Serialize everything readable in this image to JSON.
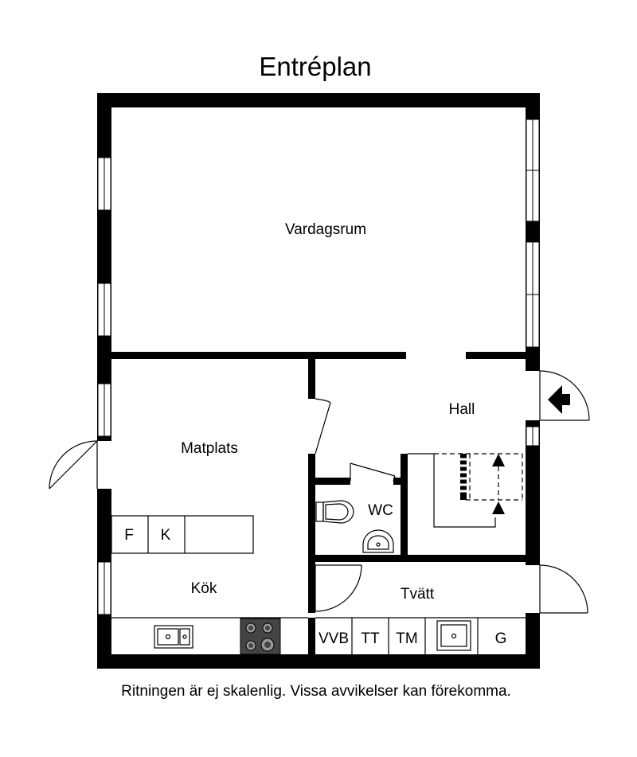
{
  "title": "Entréplan",
  "disclaimer": "Ritningen är ej skalenlig. Vissa avvikelser kan förekomma.",
  "rooms": {
    "vardagsrum": "Vardagsrum",
    "hall": "Hall",
    "matplats": "Matplats",
    "wc": "WC",
    "kok": "Kök",
    "tvatt": "Tvätt"
  },
  "fixtures": {
    "fridge": "F",
    "freezer": "K",
    "vvb": "VVB",
    "tt": "TT",
    "tm": "TM",
    "g": "G"
  },
  "icons": {
    "entrance": "entrance-arrow-icon",
    "stove": "stove-icon",
    "kitchen_sink": "kitchen-sink-icon",
    "utility_sink": "utility-sink-icon",
    "toilet": "toilet-icon",
    "wash_basin": "wash-basin-icon",
    "stairs": "stairs-icon"
  }
}
